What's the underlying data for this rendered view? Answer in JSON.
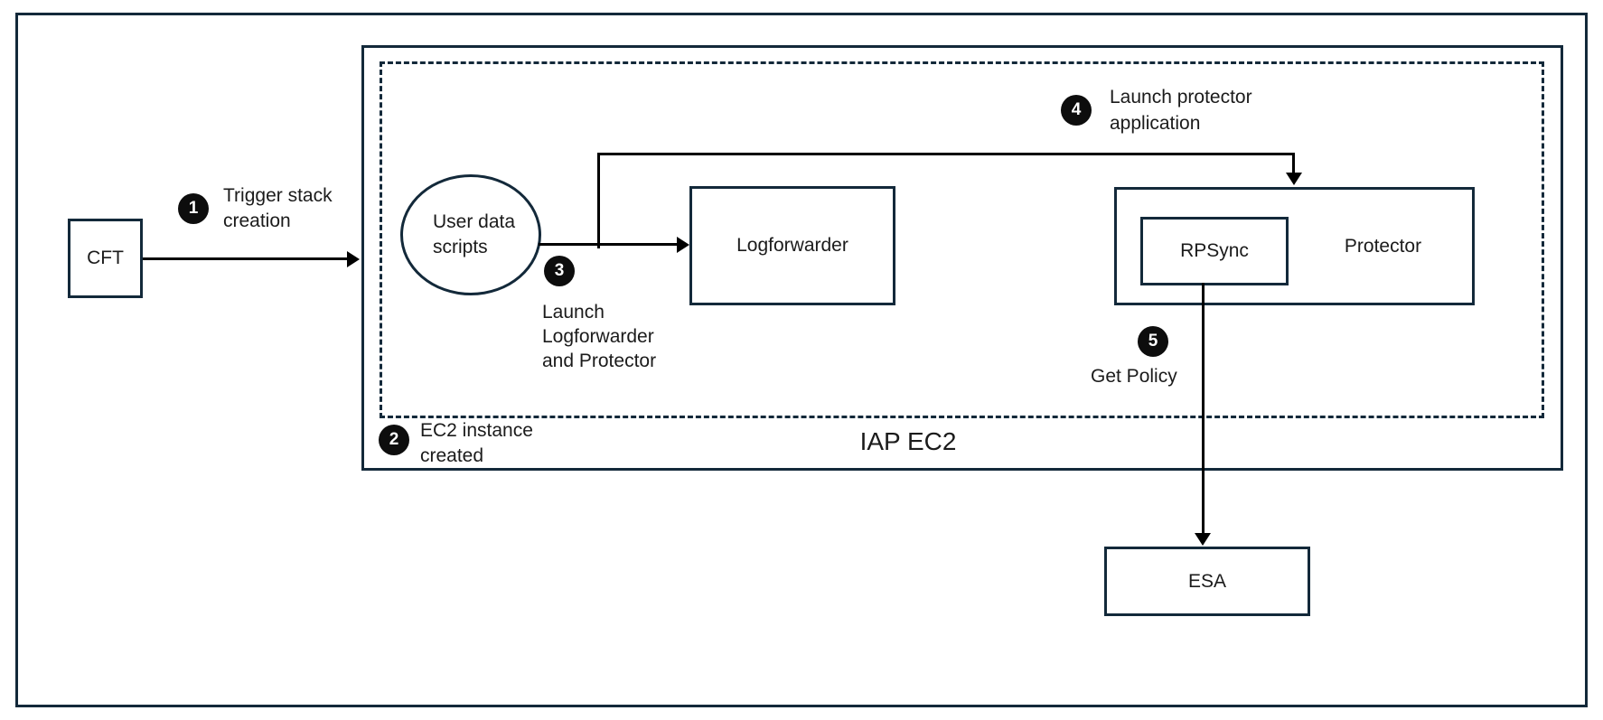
{
  "colors": {
    "outline": "#13293a",
    "connector": "#000000",
    "label_text": "#1b1b1b",
    "badge_bg": "#0d0d0d",
    "badge_text": "#ffffff",
    "background": "#ffffff"
  },
  "iap_container": {
    "label": "IAP EC2"
  },
  "nodes": {
    "cft": {
      "label": "CFT"
    },
    "user_data_scripts": {
      "line1": "User data",
      "line2": "scripts"
    },
    "logforwarder": {
      "label": "Logforwarder"
    },
    "protector": {
      "label": "Protector"
    },
    "rpsync": {
      "label": "RPSync"
    },
    "esa": {
      "label": "ESA"
    }
  },
  "steps": {
    "s1": {
      "num": "1",
      "line1": "Trigger stack",
      "line2": "creation"
    },
    "s2": {
      "num": "2",
      "line1": "EC2 instance",
      "line2": "created"
    },
    "s3": {
      "num": "3",
      "line1": "Launch",
      "line2": "Logforwarder",
      "line3": "and Protector"
    },
    "s4": {
      "num": "4",
      "line1": "Launch protector",
      "line2": "application"
    },
    "s5": {
      "num": "5",
      "line1": "Get Policy"
    }
  }
}
